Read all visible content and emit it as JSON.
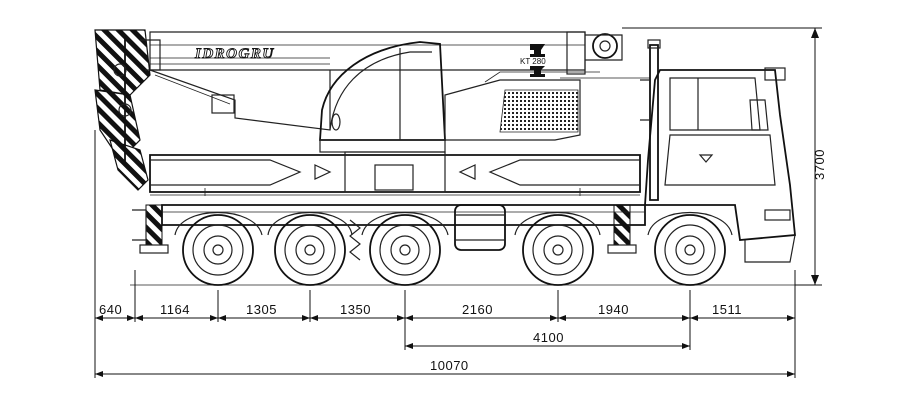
{
  "crane": {
    "brand_label": "IDROGRU",
    "model_label": "KT 280"
  },
  "dimensions": {
    "height": "3700",
    "segments": [
      "640",
      "1164",
      "1305",
      "1350",
      "2160",
      "1940",
      "1511"
    ],
    "wheelbase": "4100",
    "overall_length": "10070"
  }
}
